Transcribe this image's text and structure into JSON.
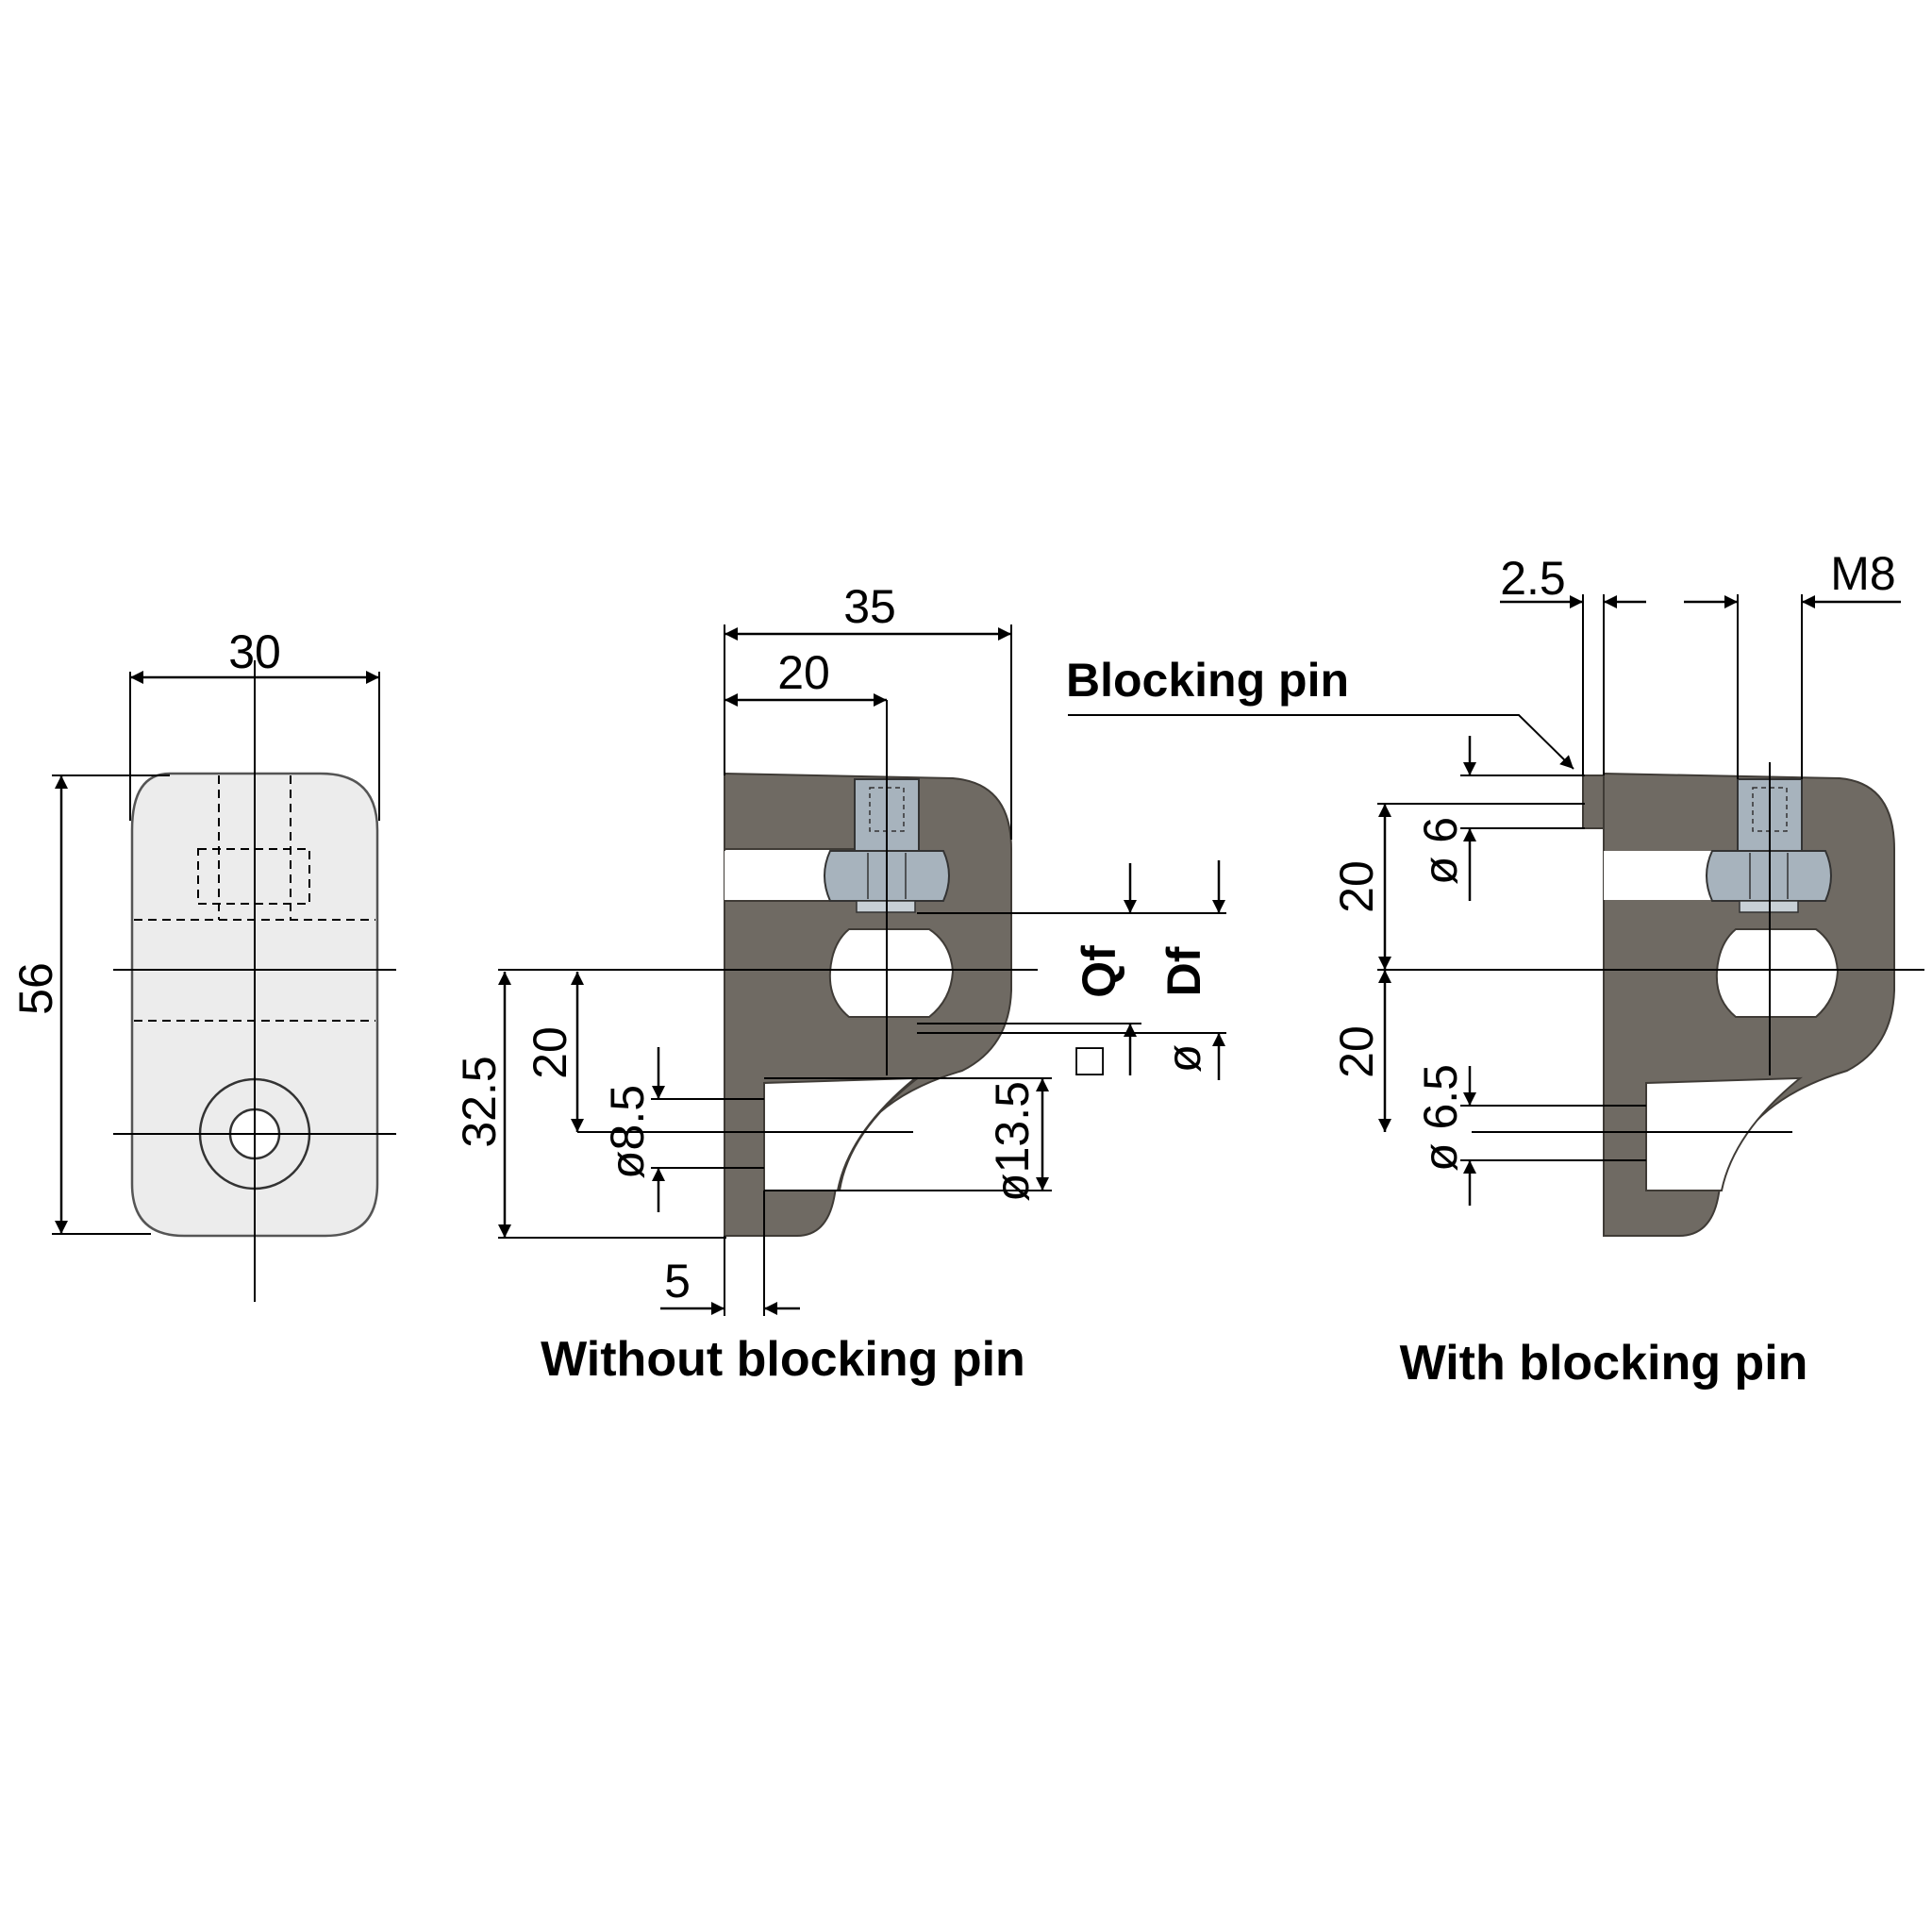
{
  "views": {
    "front": {
      "width_label": "30",
      "height_label": "56"
    },
    "without_pin": {
      "caption": "Without blocking pin",
      "overall_width": "35",
      "screw_offset": "20",
      "total_height": "32.5",
      "hole_offset": "20",
      "hole_dia": "ø8.5",
      "counterbore_dia": "ø13.5",
      "slot_width": "5",
      "qf_label": "Qf",
      "df_label": "Df",
      "qf_symbol": "□",
      "df_symbol": "ø"
    },
    "with_pin": {
      "caption": "With blocking pin",
      "callout": "Blocking pin",
      "pin_offset": "2.5",
      "thread": "M8",
      "pin_dia": "ø 6",
      "upper_offset": "20",
      "lower_offset": "20",
      "hole_dia": "ø 6.5"
    }
  }
}
